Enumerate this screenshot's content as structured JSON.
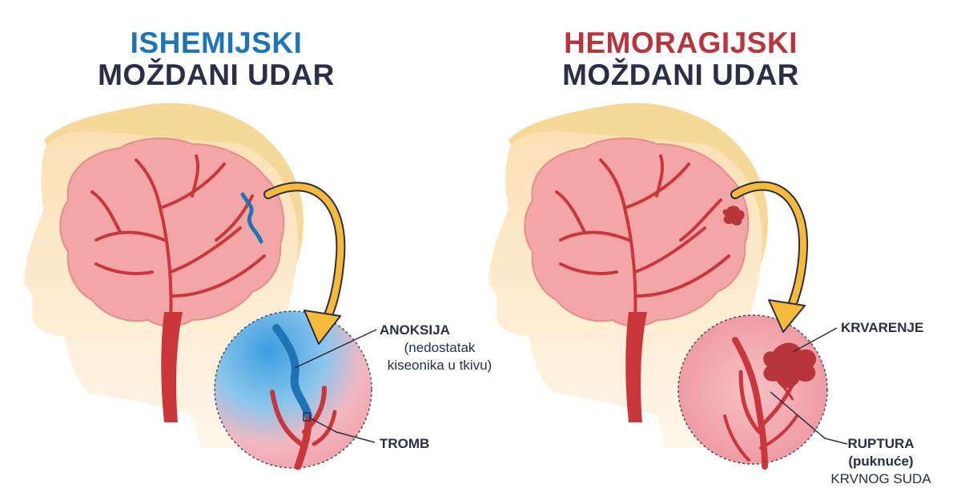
{
  "left": {
    "title_line1": "ISHEMIJSKI",
    "title_line2": "MOŽDANI UDAR",
    "accent_color": "#1f74b8",
    "labels": {
      "anoxia_title": "ANOKSIJA",
      "anoxia_line2": "(nedostatak",
      "anoxia_line3": "kiseonika u tkivu)",
      "thrombus": "TROMB"
    }
  },
  "right": {
    "title_line1": "HEMORAGIJSKI",
    "title_line2": "MOŽDANI UDAR",
    "accent_color": "#b8353b",
    "labels": {
      "bleeding": "KRVARENJE",
      "rupture_title": "RUPTURA",
      "rupture_line2": "(puknuće)",
      "rupture_line3": "KRVNOG SUDA"
    }
  },
  "colors": {
    "text_dark": "#2b2f45",
    "skin": "#fbe6c4",
    "hair": "#f7d99a",
    "brain": "#f0a0a0",
    "vessel": "#c9373d",
    "arrow": "#f6b939",
    "ischemia_blue": "#2b8fd6"
  }
}
